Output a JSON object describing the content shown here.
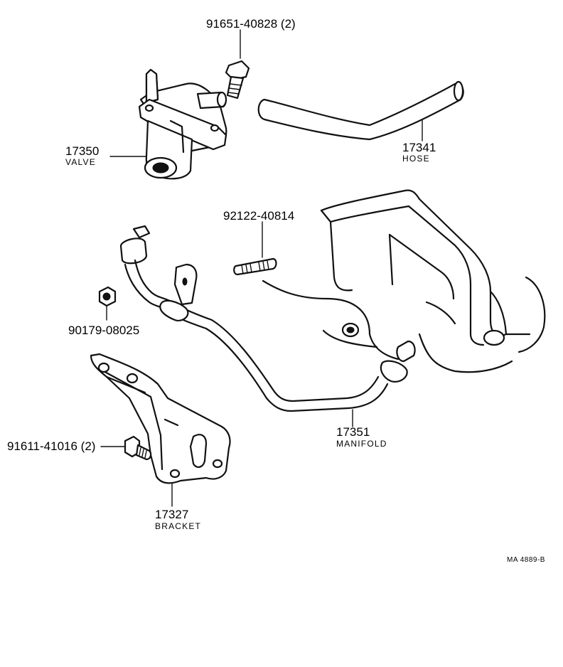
{
  "parts": {
    "bolt_valve": {
      "number": "91651-40828 (2)"
    },
    "valve": {
      "number": "17350",
      "name": "VALVE"
    },
    "hose": {
      "number": "17341",
      "name": "HOSE"
    },
    "stud": {
      "number": "92122-40814"
    },
    "nut": {
      "number": "90179-08025"
    },
    "bolt_bracket": {
      "number": "91611-41016 (2)"
    },
    "manifold": {
      "number": "17351",
      "name": "MANIFOLD"
    },
    "bracket": {
      "number": "17327",
      "name": "BRACKET"
    }
  },
  "drawing_code": "MA 4889-B"
}
